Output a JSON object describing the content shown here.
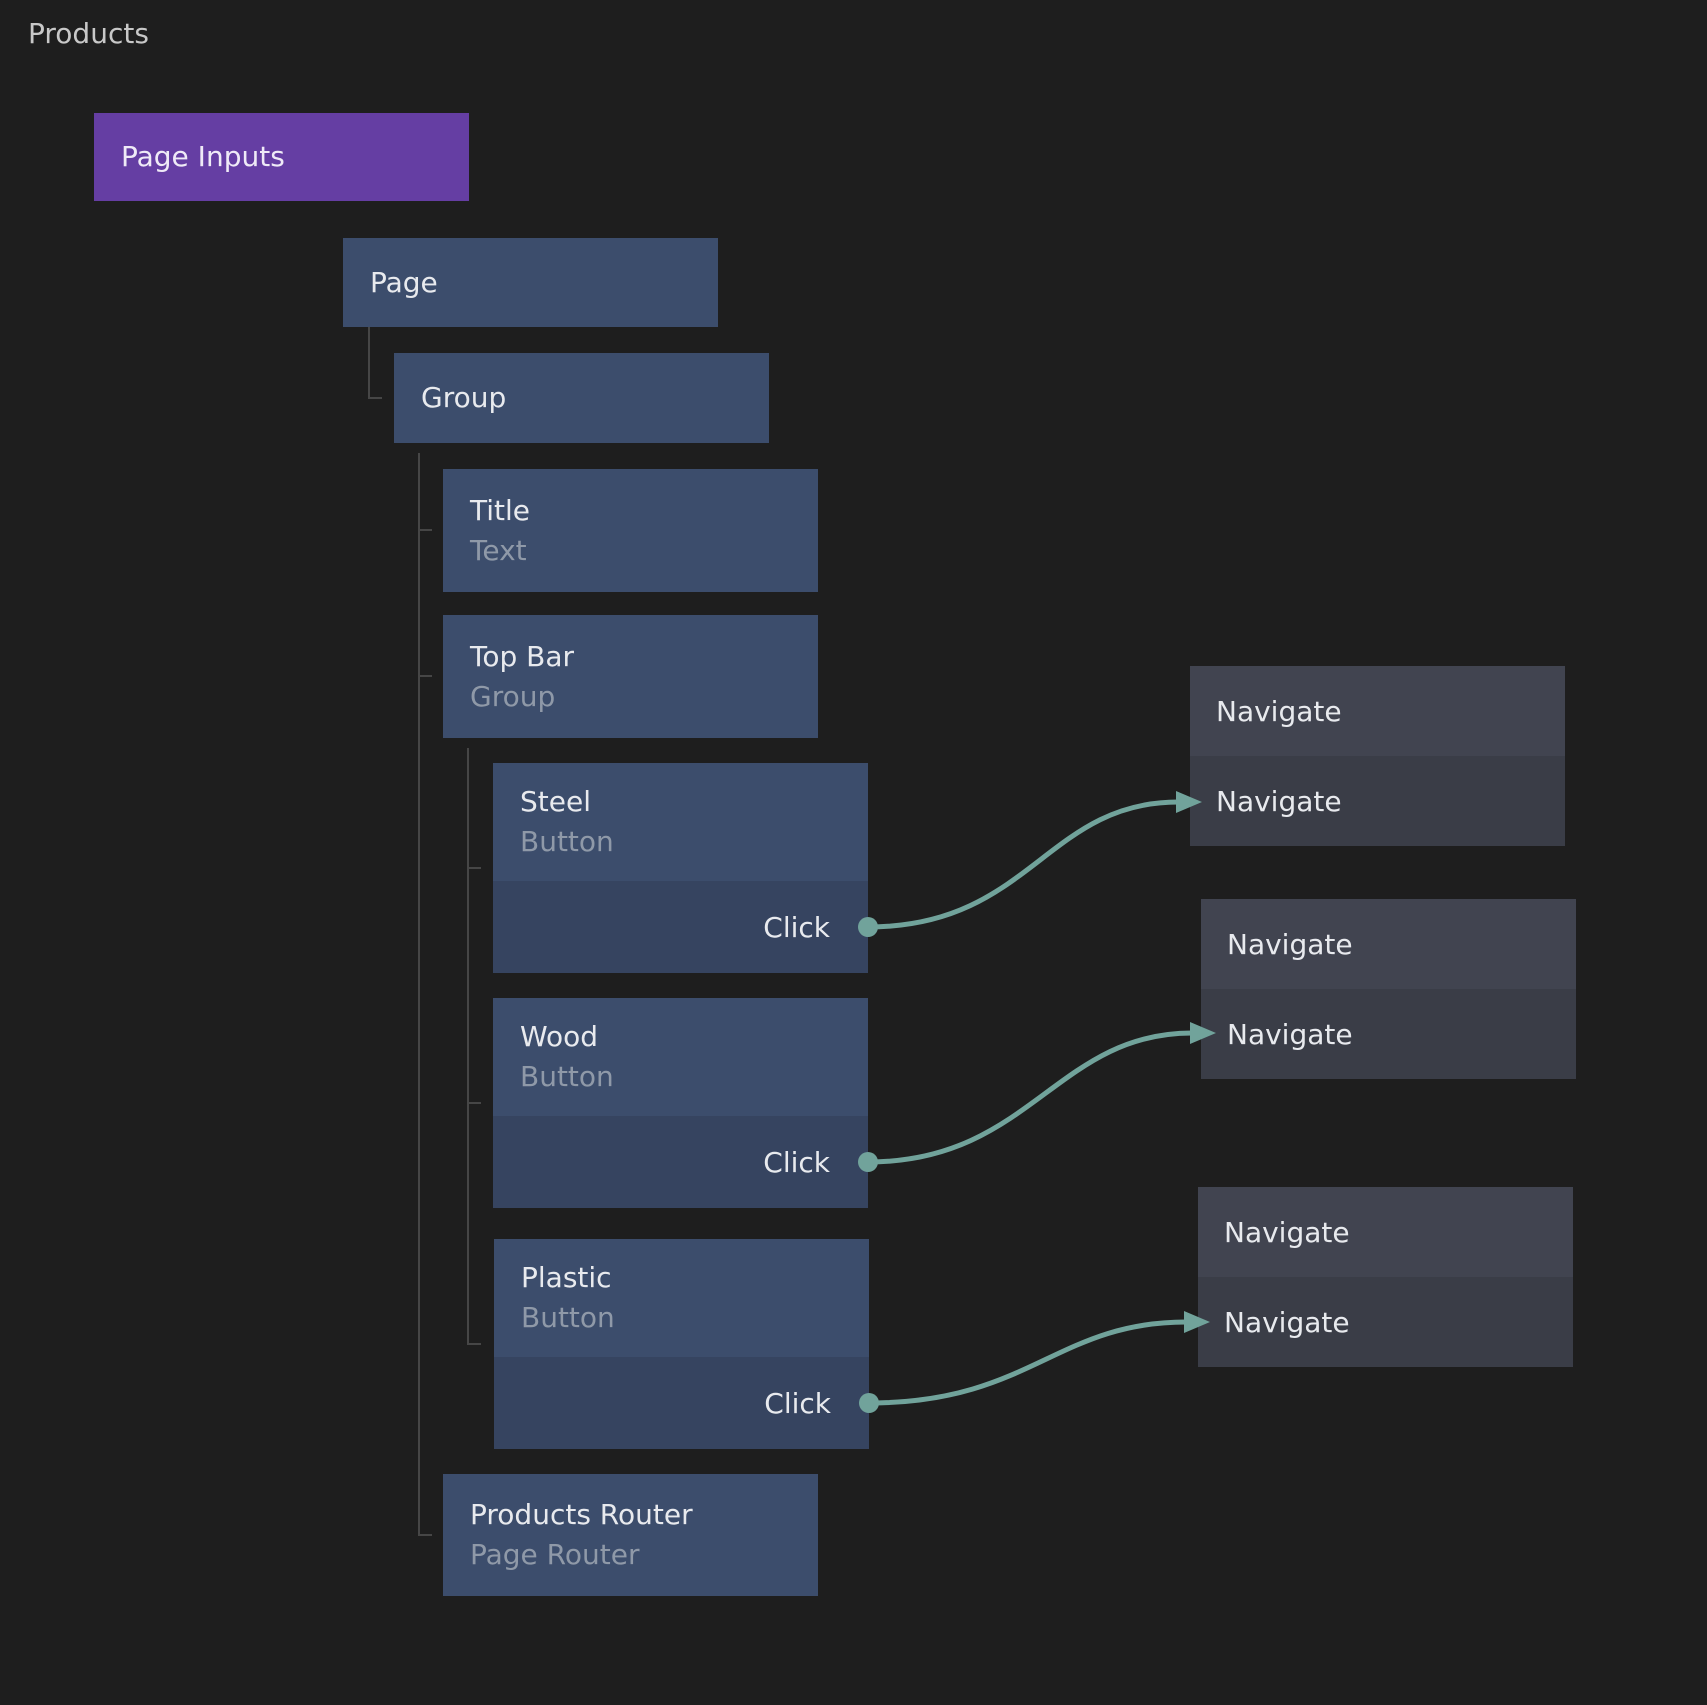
{
  "page_title": "Products",
  "colors": {
    "background": "#1e1e1e",
    "node_blue": "#3c4d6c",
    "node_blue_dark": "#364460",
    "node_purple": "#653ea3",
    "navigate_header": "#414450",
    "navigate_body": "#3a3d47",
    "connection_teal": "#71a39b",
    "tree_line": "#464646",
    "title_text": "#e8eaee",
    "subtitle_text": "#8f99a8",
    "canvas_title_text": "#c8c8c8"
  },
  "nodes": {
    "page_inputs": {
      "label": "Page Inputs"
    },
    "page": {
      "label": "Page"
    },
    "group": {
      "label": "Group"
    },
    "title": {
      "label": "Title",
      "type": "Text"
    },
    "top_bar": {
      "label": "Top Bar",
      "type": "Group"
    },
    "steel": {
      "label": "Steel",
      "type": "Button",
      "event": "Click"
    },
    "wood": {
      "label": "Wood",
      "type": "Button",
      "event": "Click"
    },
    "plastic": {
      "label": "Plastic",
      "type": "Button",
      "event": "Click"
    },
    "products_router": {
      "label": "Products Router",
      "type": "Page Router"
    },
    "navigate_1": {
      "header": "Navigate",
      "action": "Navigate"
    },
    "navigate_2": {
      "header": "Navigate",
      "action": "Navigate"
    },
    "navigate_3": {
      "header": "Navigate",
      "action": "Navigate"
    }
  }
}
